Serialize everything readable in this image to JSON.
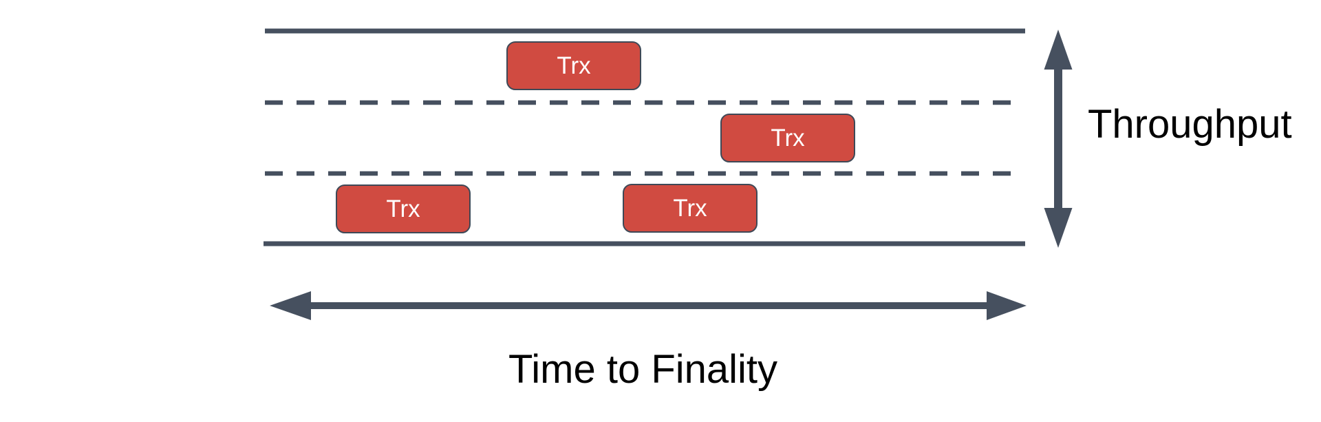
{
  "diagram": {
    "description": "Blockchain road diagram relating transaction throughput to time to finality",
    "road": {
      "lanes_count": 3,
      "transactions": [
        {
          "label": "Trx",
          "lane": "top"
        },
        {
          "label": "Trx",
          "lane": "middle"
        },
        {
          "label": "Trx",
          "lane": "bottom"
        },
        {
          "label": "Trx",
          "lane": "bottom"
        }
      ]
    },
    "axes": {
      "vertical_label": "Throughput",
      "horizontal_label": "Time to Finality"
    },
    "colors": {
      "slate": "#46505F",
      "box_fill": "#D04B41",
      "box_border": "#3E4957",
      "box_text": "#FFFFFF",
      "label_text": "#000000",
      "bg": "#FFFFFF"
    }
  }
}
